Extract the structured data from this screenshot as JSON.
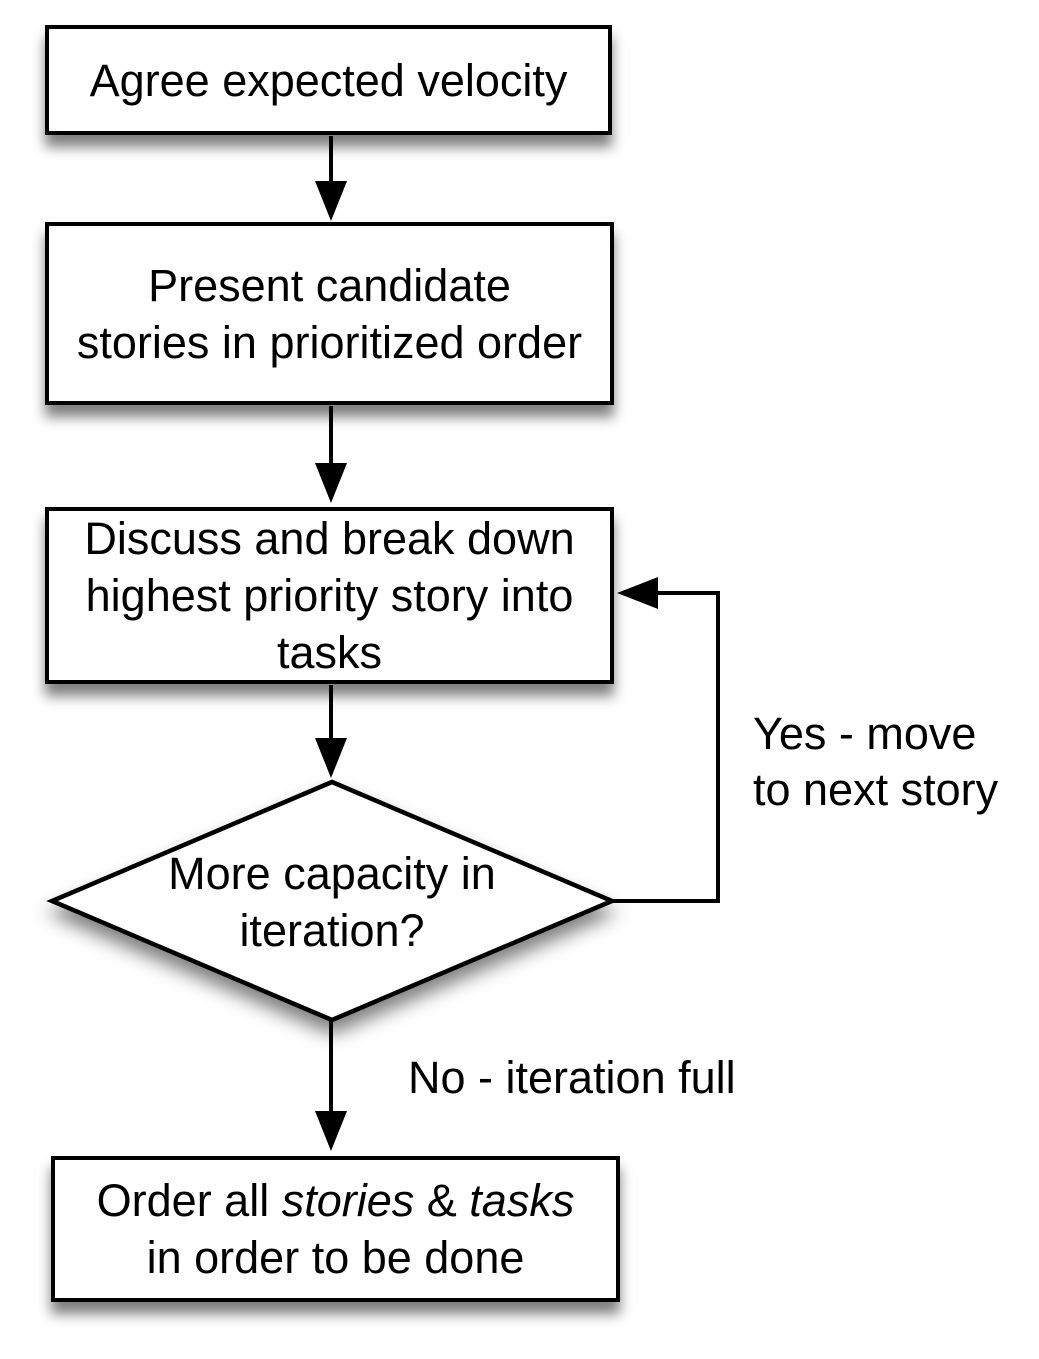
{
  "colors": {
    "background": "#ffffff",
    "node_fill": "#ffffff",
    "node_stroke": "#000000",
    "text": "#000000"
  },
  "nodes": {
    "agree": {
      "label": "Agree expected velocity"
    },
    "present": {
      "lines": [
        "Present candidate",
        "stories in prioritized order"
      ]
    },
    "discuss": {
      "lines": [
        "Discuss and break down",
        "highest priority story into",
        "tasks"
      ]
    },
    "decision": {
      "lines": [
        "More capacity in",
        "iteration?"
      ]
    },
    "order": {
      "part1": "Order all ",
      "stories_italic": "stories",
      "part2": " & ",
      "tasks_italic": "tasks",
      "line2": "in order to be done"
    }
  },
  "edge_labels": {
    "yes": {
      "lines": [
        "Yes - move",
        "to next story"
      ]
    },
    "no": {
      "label": "No - iteration full"
    }
  }
}
